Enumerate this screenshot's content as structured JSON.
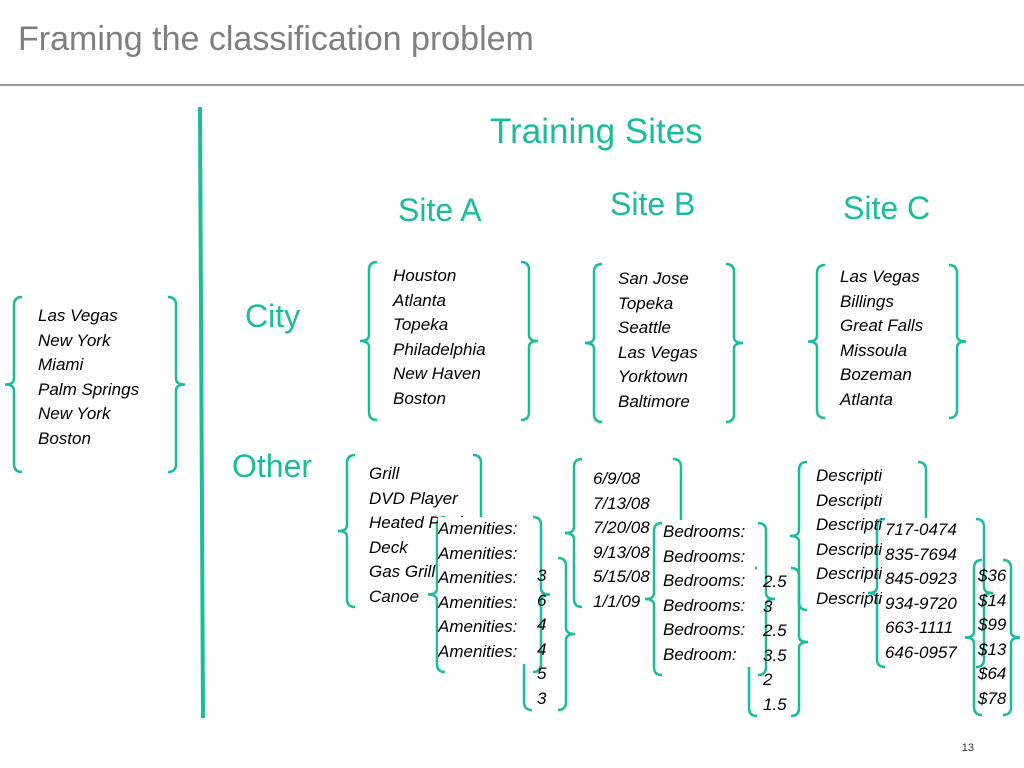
{
  "slide": {
    "title": "Framing the classification problem",
    "page_number": "13",
    "accent_color": "#1abc9c"
  },
  "headers": {
    "training_sites": "Training Sites",
    "site_a": "Site A",
    "site_b": "Site B",
    "site_c": "Site C",
    "city": "City",
    "other": "Other"
  },
  "test_site": {
    "cities": [
      "Las Vegas",
      "New York",
      "Miami",
      "Palm Springs",
      "New York",
      "Boston"
    ]
  },
  "site_a": {
    "cities": [
      "Houston",
      "Atlanta",
      "Topeka",
      "Philadelphia",
      "New Haven",
      "Boston"
    ],
    "other_items": [
      "Grill",
      "DVD Player",
      "Heated Pool",
      "Deck",
      "Gas Grill",
      "Canoe"
    ],
    "amenities": [
      "Amenities:",
      "Amenities:",
      "Amenities:",
      "Amenities:",
      "Amenities:",
      "Amenities:"
    ],
    "amenity_values": [
      "3",
      "6",
      "4",
      "4",
      "5",
      "3"
    ]
  },
  "site_b": {
    "cities": [
      "San Jose",
      "Topeka",
      "Seattle",
      "Las Vegas",
      "Yorktown",
      "Baltimore"
    ],
    "dates": [
      "6/9/08",
      "7/13/08",
      "7/20/08",
      "9/13/08",
      "5/15/08",
      "1/1/09"
    ],
    "bedroom_labels": [
      "Bedrooms:",
      "Bedrooms:",
      "Bedrooms:",
      "Bedrooms:",
      "Bedrooms:",
      "Bedroom:"
    ],
    "bedroom_values": [
      "2.5",
      "3",
      "2.5",
      "3.5",
      "2",
      "1.5"
    ]
  },
  "site_c": {
    "cities": [
      "Las Vegas",
      "Billings",
      "Great Falls",
      "Missoula",
      "Bozeman",
      "Atlanta"
    ],
    "descriptions": [
      "Description:",
      "Description:",
      "Description:",
      "Description:",
      "Description:",
      "Description:"
    ],
    "phones": [
      "717-0474",
      "835-7694",
      "845-0923",
      "934-9720",
      "663-1111",
      "646-0957"
    ],
    "prices": [
      "$36",
      "$14",
      "$99",
      "$13",
      "$64",
      "$78"
    ]
  }
}
